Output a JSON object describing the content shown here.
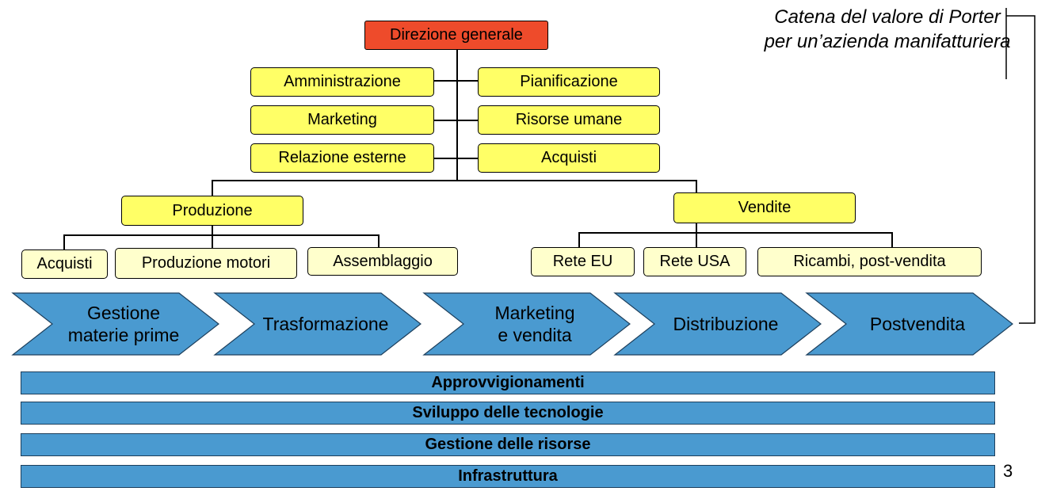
{
  "org_chart": {
    "top": "Direzione generale",
    "staff_left": [
      "Amministrazione",
      "Marketing",
      "Relazione esterne"
    ],
    "staff_right": [
      "Pianificazione",
      "Risorse umane",
      "Acquisti"
    ],
    "division_production": {
      "label": "Produzione",
      "units": [
        "Acquisti",
        "Produzione motori",
        "Assemblaggio"
      ]
    },
    "division_sales": {
      "label": "Vendite",
      "units": [
        "Rete EU",
        "Rete USA",
        "Ricambi, post-vendita"
      ]
    }
  },
  "value_chain": {
    "primary_activities": [
      "Gestione\nmaterie prime",
      "Trasformazione",
      "Marketing\ne vendita",
      "Distribuzione",
      "Postvendita"
    ],
    "support_activities": [
      "Approvvigionamenti",
      "Sviluppo delle tecnologie",
      "Gestione delle risorse",
      "Infrastruttura"
    ]
  },
  "caption": "Catena del valore di Porter per un’azienda manifatturiera",
  "page_number": "3",
  "colors": {
    "top": "#ee4b2b",
    "staff": "#ffff66",
    "unit": "#ffffcc",
    "chevron": "#4a9ad0"
  }
}
